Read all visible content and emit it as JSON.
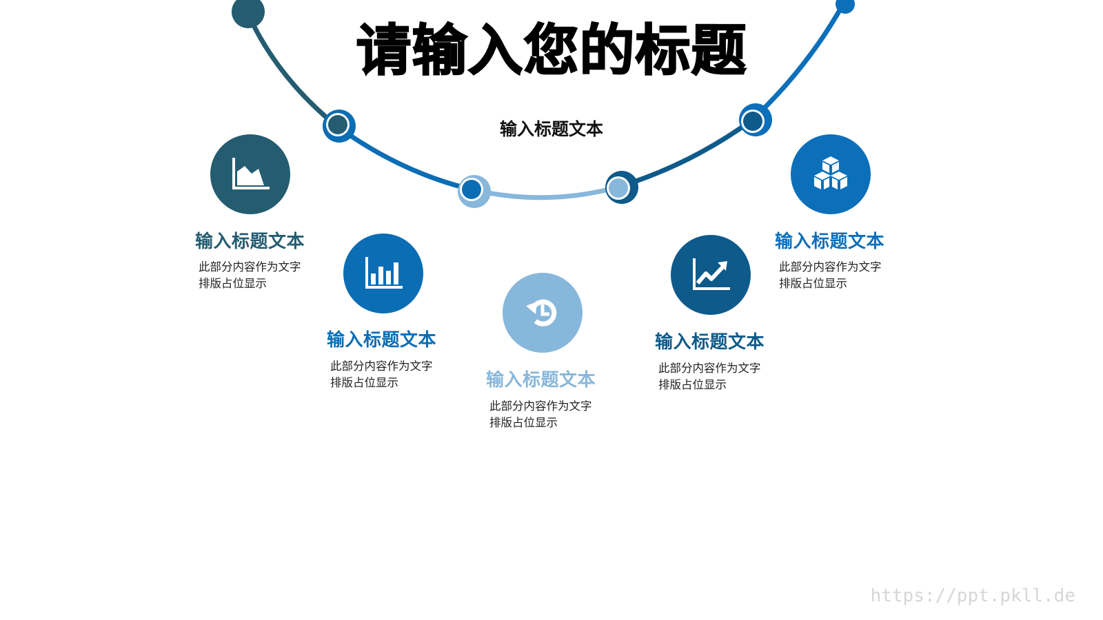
{
  "slide": {
    "title": "请输入您的标题",
    "subtitle": "输入标题文本",
    "watermark": "https://ppt.pkll.de"
  },
  "colors": {
    "teal_dark": "#245c70",
    "blue_mid": "#0b6db4",
    "blue_light": "#87b7db",
    "navy": "#0e5a8a",
    "blue_bright": "#0c6fba"
  },
  "items": [
    {
      "title": "输入标题文本",
      "desc_line1": "此部分内容作为文字",
      "desc_line2": "排版占位显示",
      "icon": "area-chart-icon",
      "color": "#245c70"
    },
    {
      "title": "输入标题文本",
      "desc_line1": "此部分内容作为文字",
      "desc_line2": "排版占位显示",
      "icon": "bar-chart-icon",
      "color": "#0b6db4"
    },
    {
      "title": "输入标题文本",
      "desc_line1": "此部分内容作为文字",
      "desc_line2": "排版占位显示",
      "icon": "history-icon",
      "color": "#87b7db"
    },
    {
      "title": "输入标题文本",
      "desc_line1": "此部分内容作为文字",
      "desc_line2": "排版占位显示",
      "icon": "trend-up-icon",
      "color": "#0e5a8a"
    },
    {
      "title": "输入标题文本",
      "desc_line1": "此部分内容作为文字",
      "desc_line2": "排版占位显示",
      "icon": "cubes-icon",
      "color": "#0c6fba"
    }
  ]
}
